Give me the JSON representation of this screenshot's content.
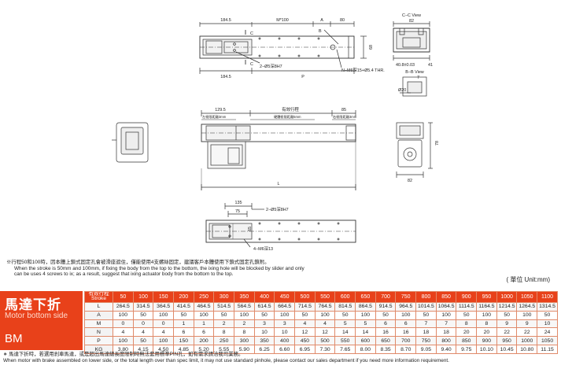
{
  "drawing": {
    "top_view": {
      "dim_left": "184.5",
      "dim_m": "M*100",
      "dim_a": "A",
      "dim_80": "80",
      "dim_68": "68",
      "dim_bottom_left": "184.5",
      "dim_p": "P",
      "label_c_top": "C",
      "label_c_bottom": "C",
      "label_b": "B",
      "pin_hole": "2−Ø5深8H7",
      "thread": "N−M6深15+Ø5.4 THR."
    },
    "cc_view": {
      "title": "C−C View",
      "dim_82": "82",
      "dim_bottom": "40.8±0.03",
      "dim_41": "41"
    },
    "bb_view": {
      "title": "B−B View",
      "dim_7": "7",
      "dim_depth": "Ø20"
    },
    "front_view": {
      "dim_129": "129.5",
      "stroke_label": "有效行程",
      "dim_85": "85",
      "left_stop": "左極限距離3mm",
      "stroke_sub": "硬體極限距離5mm",
      "right_stop": "右極限距離3mm",
      "dim_78": "78",
      "dim_82": "82",
      "dim_l": "L"
    },
    "bottom_view": {
      "dim_135": "135",
      "dim_75": "75",
      "pin_hole": "2−Ø5深8H7",
      "dim_65": "65",
      "thread": "4−M6深13"
    }
  },
  "notes": {
    "cn": "※行程50和100時，因本體上鎖式固定孔會被滑座遮住，僅能使用4支螺絲固定，建議客戶本體使用下鎖式固定孔鎖附。",
    "en1": "When the stroke is 50mm and 100mm, if fixing the body from the top to the bottom, the ixing hole will be blocked by slider and only",
    "en2": "can be uses 4 screws to ix; as a result, suggest that ixing actuator body from the bottom to the top.",
    "unit": "( 單位 Unit:mm)"
  },
  "brand": {
    "cn": "馬達下折",
    "en": "Motor bottom side",
    "model": "BM",
    "color": "#e8411a"
  },
  "table": {
    "header_cn": "有效行程",
    "header_en": "Stroke",
    "strokes": [
      "50",
      "100",
      "150",
      "200",
      "250",
      "300",
      "350",
      "400",
      "450",
      "500",
      "550",
      "600",
      "650",
      "700",
      "750",
      "800",
      "850",
      "900",
      "950",
      "1000",
      "1050",
      "1100"
    ],
    "rows": [
      {
        "label": "L",
        "values": [
          "264.5",
          "314.5",
          "364.5",
          "414.5",
          "464.5",
          "514.5",
          "564.5",
          "614.5",
          "664.5",
          "714.5",
          "764.5",
          "814.5",
          "864.5",
          "914.5",
          "964.5",
          "1014.5",
          "1064.5",
          "1114.5",
          "1164.5",
          "1214.5",
          "1264.5",
          "1314.5"
        ]
      },
      {
        "label": "A",
        "values": [
          "100",
          "50",
          "100",
          "50",
          "100",
          "50",
          "100",
          "50",
          "100",
          "50",
          "100",
          "50",
          "100",
          "50",
          "100",
          "50",
          "100",
          "50",
          "100",
          "50",
          "100",
          "50"
        ]
      },
      {
        "label": "M",
        "values": [
          "0",
          "0",
          "0",
          "1",
          "1",
          "2",
          "2",
          "3",
          "3",
          "4",
          "4",
          "5",
          "5",
          "6",
          "6",
          "7",
          "7",
          "8",
          "8",
          "9",
          "9",
          "10"
        ]
      },
      {
        "label": "N",
        "values": [
          "4",
          "4",
          "4",
          "6",
          "6",
          "8",
          "8",
          "10",
          "10",
          "12",
          "12",
          "14",
          "14",
          "16",
          "16",
          "18",
          "18",
          "20",
          "20",
          "22",
          "22",
          "24"
        ]
      },
      {
        "label": "P",
        "values": [
          "100",
          "50",
          "100",
          "150",
          "200",
          "250",
          "300",
          "350",
          "400",
          "450",
          "500",
          "550",
          "600",
          "650",
          "700",
          "750",
          "800",
          "850",
          "900",
          "950",
          "1000",
          "1050"
        ]
      },
      {
        "label": "KG",
        "values": [
          "3.80",
          "4.15",
          "4.50",
          "4.85",
          "5.20",
          "5.55",
          "5.90",
          "6.25",
          "6.60",
          "6.95",
          "7.30",
          "7.65",
          "8.00",
          "8.35",
          "8.70",
          "9.05",
          "9.40",
          "9.75",
          "10.10",
          "10.45",
          "10.80",
          "11.15"
        ]
      }
    ]
  },
  "footer": {
    "cn": "∗ 馬達下折時，若選用剎車馬達，或是超出馬達總長度限制時無法套用標準PIN孔，如有需求請洽我司業務。",
    "en": "When motor with brake assembled on lower side, or the total length over than spec limit, it may not use standard pinhole, please contact our sales department if you need more information requirement."
  }
}
